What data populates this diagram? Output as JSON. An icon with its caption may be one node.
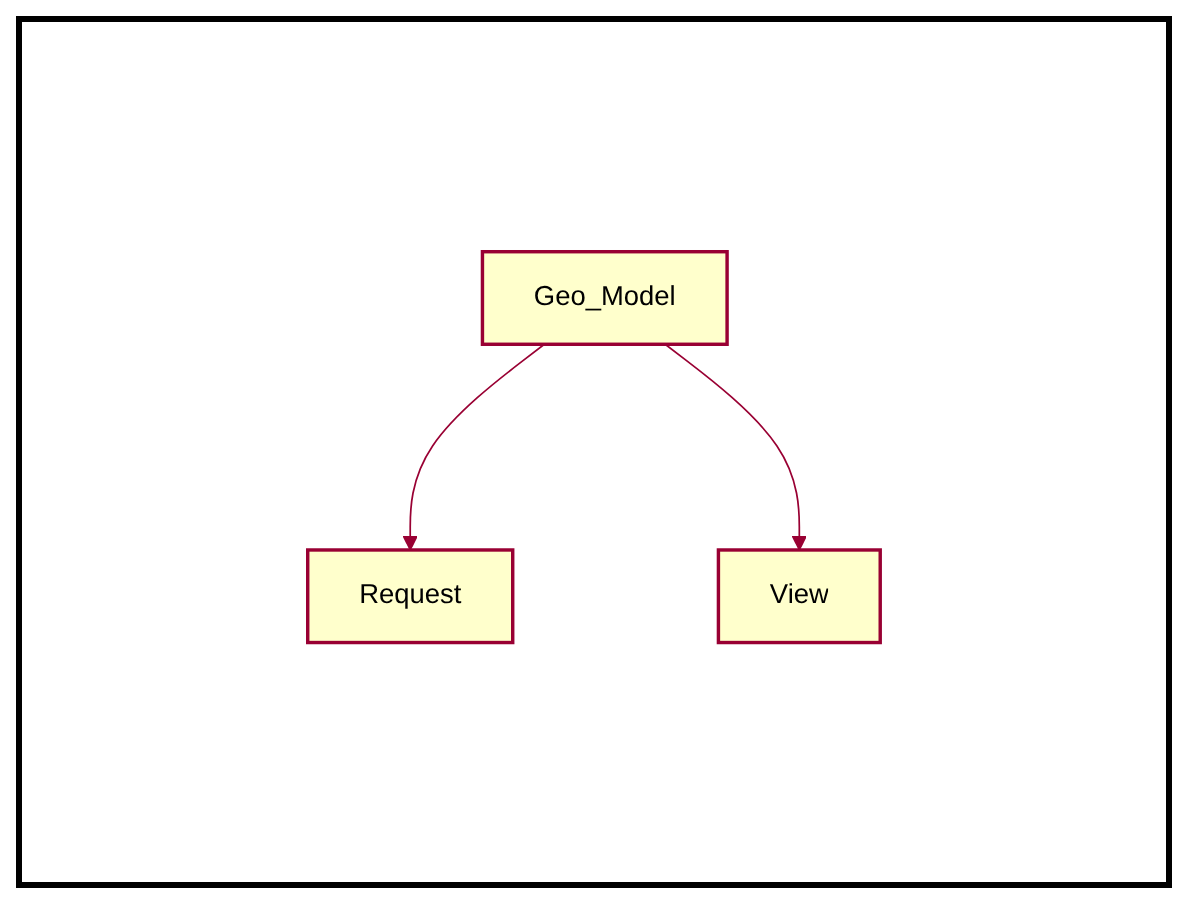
{
  "diagram": {
    "nodes": [
      {
        "text": [
          "Geo_Model"
        ]
      },
      {
        "text": [
          "Request"
        ]
      },
      {
        "text": [
          "View"
        ]
      }
    ],
    "edges": [
      {
        "from": 0,
        "to": 1,
        "arrow": "to"
      },
      {
        "from": 0,
        "to": 2,
        "arrow": "to"
      }
    ]
  }
}
